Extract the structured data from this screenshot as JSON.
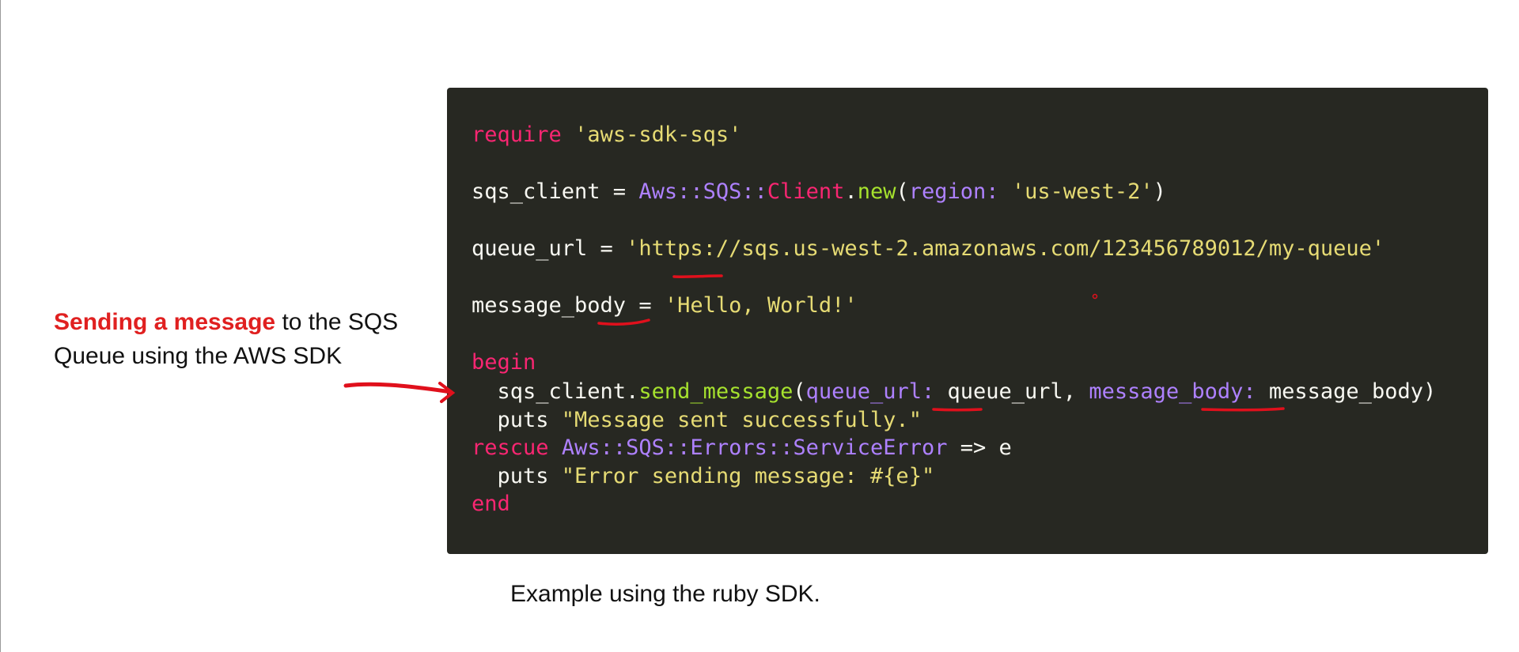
{
  "note": {
    "emphasis": "Sending a message",
    "rest_line1": " to the SQS",
    "line2": "Queue using the AWS SDK"
  },
  "code": {
    "language": "ruby",
    "lines": [
      {
        "tokens": [
          {
            "t": "require",
            "c": "kw"
          },
          {
            "t": " ",
            "c": "pl"
          },
          {
            "t": "'aws-sdk-sqs'",
            "c": "str"
          }
        ]
      },
      {
        "tokens": [
          {
            "t": "sqs_client = ",
            "c": "pl"
          },
          {
            "t": "Aws::SQS::",
            "c": "cls"
          },
          {
            "t": "Client",
            "c": "kw"
          },
          {
            "t": ".",
            "c": "pl"
          },
          {
            "t": "new",
            "c": "fn"
          },
          {
            "t": "(",
            "c": "pl"
          },
          {
            "t": "region:",
            "c": "sym"
          },
          {
            "t": " ",
            "c": "pl"
          },
          {
            "t": "'us-west-2'",
            "c": "str"
          },
          {
            "t": ")",
            "c": "pl"
          }
        ]
      },
      {
        "tokens": [
          {
            "t": "queue_url = ",
            "c": "pl"
          },
          {
            "t": "'https://sqs.us-west-2.amazonaws.com/123456789012/my-queue'",
            "c": "str"
          }
        ]
      },
      {
        "tokens": [
          {
            "t": "message_body = ",
            "c": "pl"
          },
          {
            "t": "'Hello, World!'",
            "c": "str"
          }
        ]
      },
      {
        "tokens": [
          {
            "t": "begin",
            "c": "kw"
          }
        ]
      },
      {
        "tokens": [
          {
            "t": "  sqs_client.",
            "c": "pl"
          },
          {
            "t": "send_message",
            "c": "fn"
          },
          {
            "t": "(",
            "c": "pl"
          },
          {
            "t": "queue_url:",
            "c": "sym"
          },
          {
            "t": " queue_url, ",
            "c": "pl"
          },
          {
            "t": "message_body:",
            "c": "sym"
          },
          {
            "t": " message_body)",
            "c": "pl"
          }
        ]
      },
      {
        "tokens": [
          {
            "t": "  puts ",
            "c": "pl"
          },
          {
            "t": "\"Message sent successfully.\"",
            "c": "str"
          }
        ]
      },
      {
        "tokens": [
          {
            "t": "rescue",
            "c": "kw"
          },
          {
            "t": " ",
            "c": "pl"
          },
          {
            "t": "Aws::SQS::Errors::ServiceError",
            "c": "cls"
          },
          {
            "t": " => e",
            "c": "pl"
          }
        ]
      },
      {
        "tokens": [
          {
            "t": "  puts ",
            "c": "pl"
          },
          {
            "t": "\"Error sending message: #{e}\"",
            "c": "str"
          }
        ]
      },
      {
        "tokens": [
          {
            "t": "end",
            "c": "kw"
          }
        ]
      }
    ]
  },
  "caption": "Example using the ruby SDK.",
  "colors": {
    "background": "#ffffff",
    "code_background": "#272822",
    "keyword": "#f92672",
    "string": "#e6db74",
    "class": "#ae81ff",
    "function": "#a6e22e",
    "symbol": "#ae81ff",
    "plain": "#f8f8f2",
    "ink_annotation": "#e0101c"
  }
}
